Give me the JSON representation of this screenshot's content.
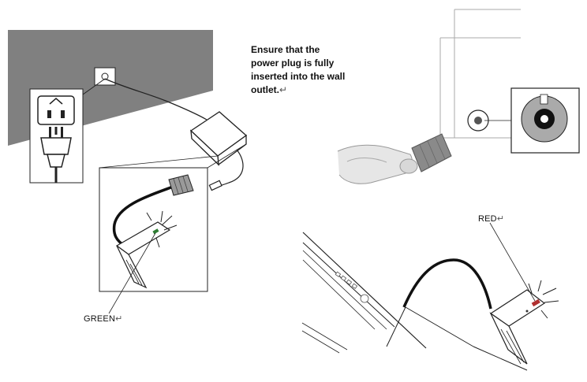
{
  "instruction": {
    "lines": [
      "Ensure that the",
      "power plug is fully",
      "inserted into the wall",
      "outlet."
    ]
  },
  "labels": {
    "green": "GREEN",
    "red": "RED"
  },
  "paragraph_mark": "↵",
  "colors": {
    "wall": "#7f7f7f",
    "line": "#222222",
    "red_led": "#b03030",
    "green_led": "#2e7d32"
  }
}
